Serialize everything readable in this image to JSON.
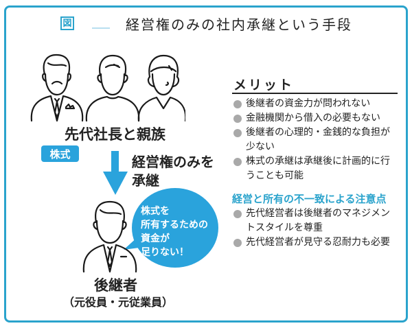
{
  "header": {
    "figure_label": "図",
    "title": "経営権のみの社内承継という手段"
  },
  "diagram": {
    "predecessor_label": "先代社長と親族",
    "stock_badge": "株式",
    "transfer_label_line1": "経営権のみを",
    "transfer_label_line2": "承継",
    "bubble_lines": [
      "株式を",
      "所有するための",
      "資金が",
      "足りない！"
    ],
    "successor_label": "後継者",
    "successor_sub_label": "（元役員・元従業員）"
  },
  "merit": {
    "heading": "メリット",
    "items": [
      "後継者の資金力が問われない",
      "金融機関から借入の必要もない",
      "後継者の心理的・金銭的な負担が少ない",
      "株式の承継は承継後に計画的に行うことも可能"
    ]
  },
  "caution": {
    "heading": "経営と所有の不一致による注意点",
    "items": [
      "先代経営者は後継者のマネジメントスタイルを尊重",
      "先代経営者が見守る忍耐力も必要"
    ]
  },
  "colors": {
    "accent": "#2aa3cc",
    "bubble": "#2aa3dc",
    "bullet": "#a9a9a9",
    "text": "#222222"
  }
}
